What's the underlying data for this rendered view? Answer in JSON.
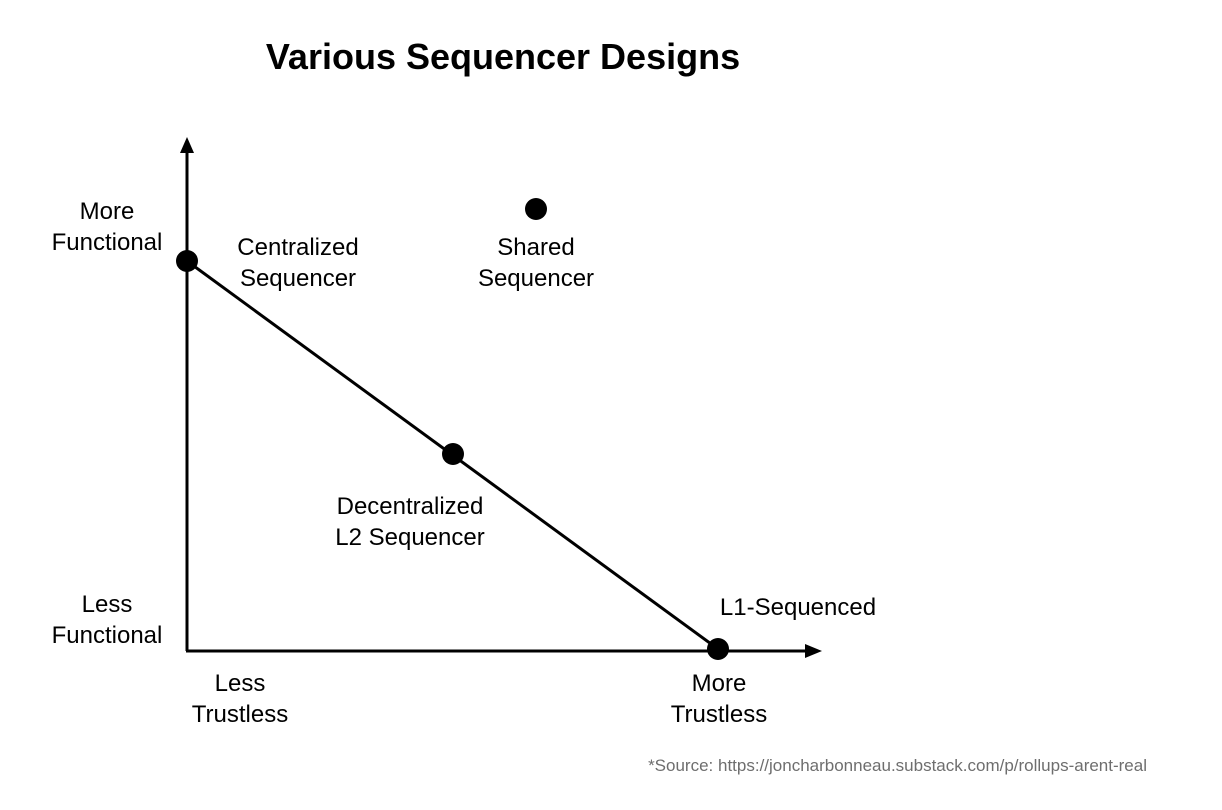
{
  "title": "Various Sequencer Designs",
  "axes": {
    "y_top": [
      "More",
      "Functional"
    ],
    "y_bottom": [
      "Less",
      "Functional"
    ],
    "x_left": [
      "Less",
      "Trustless"
    ],
    "x_right": [
      "More",
      "Trustless"
    ]
  },
  "points": [
    {
      "id": "centralized",
      "label": [
        "Centralized",
        "Sequencer"
      ]
    },
    {
      "id": "shared",
      "label": [
        "Shared",
        "Sequencer"
      ]
    },
    {
      "id": "decentralized",
      "label": [
        "Decentralized",
        "L2 Sequencer"
      ]
    },
    {
      "id": "l1",
      "label": [
        "L1-Sequenced"
      ]
    }
  ],
  "source": "*Source: https://joncharbonneau.substack.com/p/rollups-arent-real",
  "colors": {
    "line": "#000000",
    "point": "#000000",
    "source_text": "#6e6e6e"
  }
}
